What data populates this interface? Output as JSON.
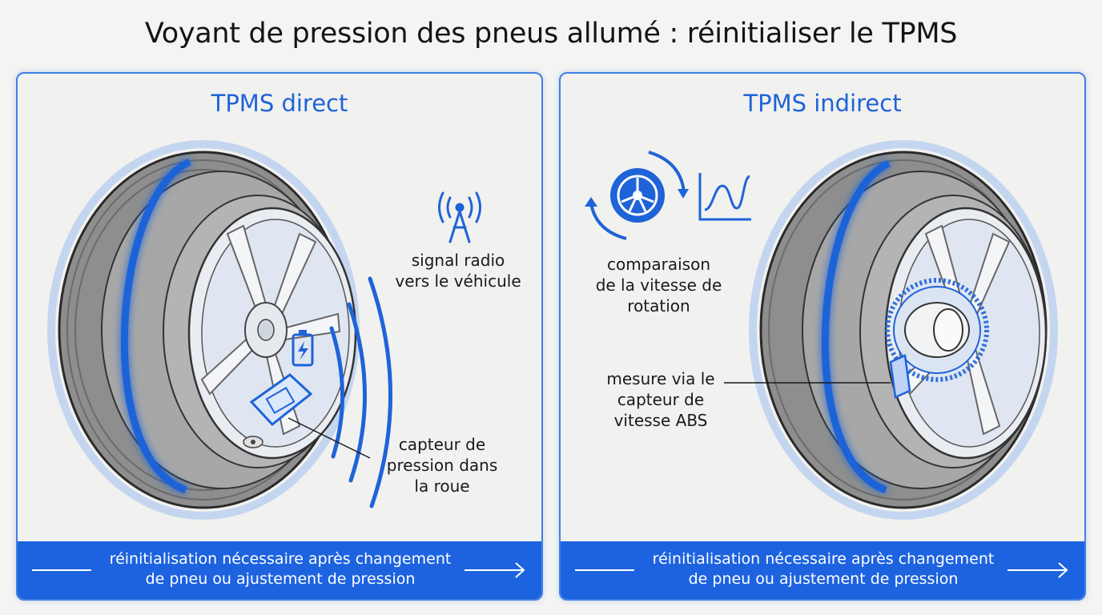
{
  "title": "Voyant de pression des pneus allumé : réinitialiser le TPMS",
  "colors": {
    "accent": "#1f63d8",
    "footer": "#1d63e0",
    "tire": "#9a9a9a",
    "background": "#f4f4f2"
  },
  "panels": [
    {
      "title": "TPMS direct",
      "labels": {
        "signal": [
          "signal radio",
          "vers le véhicule"
        ],
        "sensor": [
          "capteur de",
          "pression dans",
          "la roue"
        ]
      },
      "icons": [
        "radio-tower-icon",
        "battery-icon",
        "pressure-sensor-icon",
        "valve-stem-icon"
      ],
      "footer": [
        "réinitialisation nécessaire après changement",
        "de pneu ou ajustement de pression"
      ]
    },
    {
      "title": "TPMS indirect",
      "labels": {
        "speed": [
          "comparaison",
          "de la vitesse de",
          "rotation"
        ],
        "abs": [
          "mesure via le",
          "capteur de",
          "vitesse ABS"
        ]
      },
      "icons": [
        "rotating-wheel-icon",
        "speed-graph-icon",
        "abs-sensor-icon"
      ],
      "footer": [
        "réinitialisation nécessaire après changement",
        "de pneu ou ajustement de pression"
      ]
    }
  ]
}
